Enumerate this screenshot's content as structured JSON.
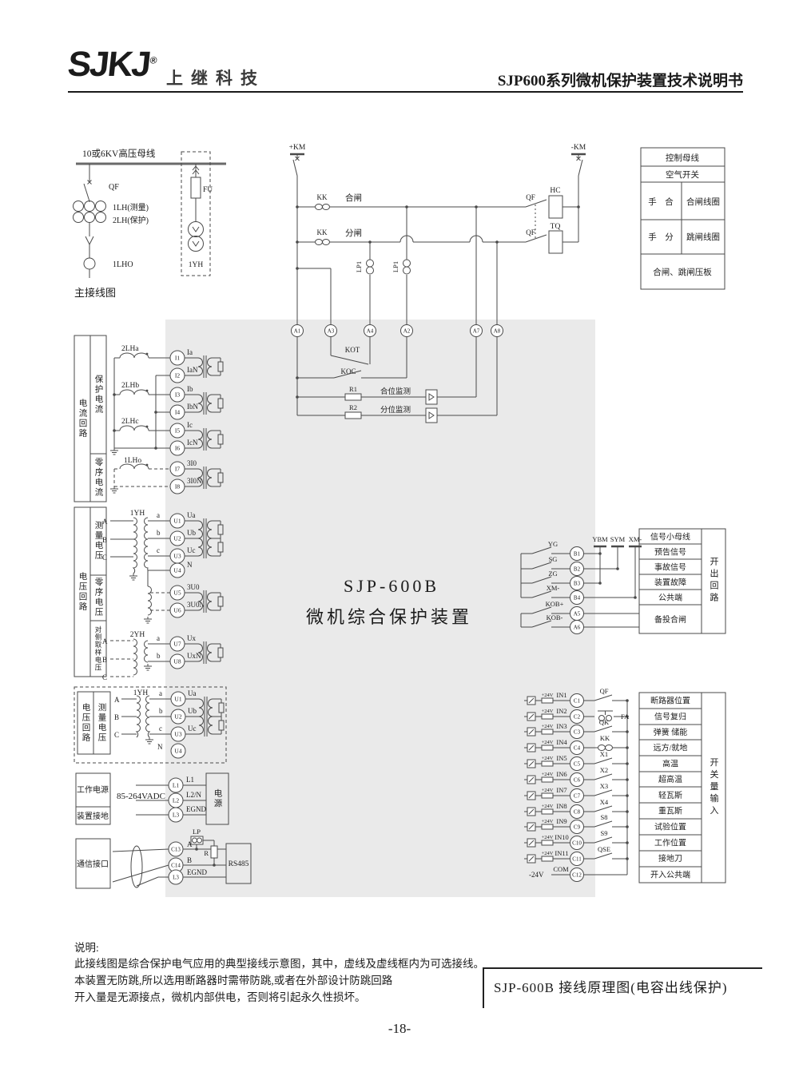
{
  "header": {
    "logo": "SJKJ",
    "reg": "®",
    "company": "上继科技",
    "doc_title": "SJP600系列微机保护装置技术说明书"
  },
  "device": {
    "model": "SJP-600B",
    "name": "微机综合保护装置"
  },
  "main_circuit": {
    "bus": "10或6KV高压母线",
    "qf": "QF",
    "lh1": "1LH(测量)",
    "lh2": "2LH(保护)",
    "lh0": "1LHO",
    "caption": "主接线图",
    "fu": "FU",
    "yh": "1YH"
  },
  "control": {
    "km_pos": "+KM",
    "km_neg": "-KM",
    "kk": "KK",
    "close": "合闸",
    "trip": "分闸",
    "lp1": "LP1",
    "qf": "QF",
    "hc": "HC",
    "tq": "TQ",
    "kot": "KOT",
    "koc": "KOC",
    "r1": "R1",
    "r2": "R2",
    "close_mon": "合位监测",
    "trip_mon": "分位监测",
    "a1": "A1",
    "a3": "A3",
    "a4": "A4",
    "a2": "A2",
    "a7": "A7",
    "a8": "A8"
  },
  "control_table": {
    "r1": "控制母线",
    "r2": "空气开关",
    "r3l": "手　合",
    "r3r": "合闸线圈",
    "r4l": "手　分",
    "r4r": "跳闸线圈",
    "r5": "合闸、跳闸压板"
  },
  "current": {
    "group": "电流回路",
    "protect": "保护电流",
    "zero": "零序电流",
    "ct_a": "2LHa",
    "ct_b": "2LHb",
    "ct_c": "2LHc",
    "ct_0": "1LHo",
    "terms": [
      {
        "id": "I1",
        "lbl": "Ia"
      },
      {
        "id": "I2",
        "lbl": "IaN"
      },
      {
        "id": "I3",
        "lbl": "Ib"
      },
      {
        "id": "I4",
        "lbl": "IbN"
      },
      {
        "id": "I5",
        "lbl": "Ic"
      },
      {
        "id": "I6",
        "lbl": "IcN"
      },
      {
        "id": "I7",
        "lbl": "3I0"
      },
      {
        "id": "I8",
        "lbl": "3I0N"
      }
    ]
  },
  "voltage": {
    "group": "电压回路",
    "measure": "测量电压",
    "zero": "零序电压",
    "sample": "对侧取样电压",
    "yh1": "1YH",
    "yh2": "2YH",
    "pa": "A",
    "pb": "B",
    "pc": "C",
    "ta": "a",
    "tb": "b",
    "tc": "c",
    "n": "N",
    "terms": [
      {
        "id": "U1",
        "lbl": "Ua"
      },
      {
        "id": "U2",
        "lbl": "Ub"
      },
      {
        "id": "U3",
        "lbl": "Uc"
      },
      {
        "id": "U4",
        "lbl": "N"
      },
      {
        "id": "U5",
        "lbl": "3U0"
      },
      {
        "id": "U6",
        "lbl": "3U0N"
      },
      {
        "id": "U7",
        "lbl": "Ux"
      },
      {
        "id": "U8",
        "lbl": "UxN"
      }
    ]
  },
  "opt_voltage": {
    "group": "电压回路",
    "measure": "测量电压",
    "yh": "1YH",
    "pa": "A",
    "pb": "B",
    "pc": "C",
    "ta": "a",
    "tb": "b",
    "tc": "c",
    "n": "N",
    "terms": [
      {
        "id": "U1",
        "lbl": "Ua"
      },
      {
        "id": "U2",
        "lbl": "Ub"
      },
      {
        "id": "U3",
        "lbl": "Uc"
      },
      {
        "id": "U4",
        "lbl": ""
      }
    ]
  },
  "power": {
    "box_top": "工作电源",
    "box_bottom": "装置接地",
    "range": "85-264VADC",
    "module": "电源",
    "terms": [
      {
        "id": "L1",
        "lbl": "L1"
      },
      {
        "id": "L2",
        "lbl": "L2/N"
      },
      {
        "id": "L3",
        "lbl": "EGND"
      }
    ]
  },
  "comm": {
    "box": "通信接口",
    "lp": "LP",
    "r": "R",
    "module": "RS485",
    "terms": [
      {
        "id": "C13",
        "lbl": "A"
      },
      {
        "id": "C14",
        "lbl": "B"
      },
      {
        "id": "L3",
        "lbl": "EGND"
      }
    ]
  },
  "signal": {
    "buses": [
      "YBM",
      "SYM",
      "XM-"
    ],
    "contacts": [
      {
        "lbl": "YG",
        "id": "B1"
      },
      {
        "lbl": "SG",
        "id": "B2"
      },
      {
        "lbl": "ZG",
        "id": "B3"
      },
      {
        "lbl": "XM-",
        "id": "B4"
      },
      {
        "lbl": "KOB+",
        "id": "A5"
      },
      {
        "lbl": "KOB-",
        "id": "A6"
      }
    ],
    "rows": [
      "信号小母线",
      "预告信号",
      "事故信号",
      "装置故障",
      "公共端",
      "备投合闸"
    ],
    "side": "开出回路"
  },
  "inputs": {
    "v24": "+24V",
    "neg24": "-24V",
    "com": "COM",
    "side": "开关量输入",
    "rows": [
      {
        "in": "IN1",
        "id": "C1",
        "ct": "QF",
        "desc": "断路器位置"
      },
      {
        "in": "IN2",
        "id": "C2",
        "ct": "FA",
        "desc": "信号复归"
      },
      {
        "in": "IN3",
        "id": "C3",
        "ct": "QK",
        "desc": "弹簧 储能"
      },
      {
        "in": "IN4",
        "id": "C4",
        "ct": "KK",
        "desc": "远方/就地"
      },
      {
        "in": "IN5",
        "id": "C5",
        "ct": "X1",
        "desc": "高温"
      },
      {
        "in": "IN6",
        "id": "C6",
        "ct": "X2",
        "desc": "超高温"
      },
      {
        "in": "IN7",
        "id": "C7",
        "ct": "X3",
        "desc": "轻瓦斯"
      },
      {
        "in": "IN8",
        "id": "C8",
        "ct": "X4",
        "desc": "重瓦斯"
      },
      {
        "in": "IN9",
        "id": "C9",
        "ct": "S8",
        "desc": "试验位置"
      },
      {
        "in": "IN10",
        "id": "C10",
        "ct": "S9",
        "desc": "工作位置"
      },
      {
        "in": "IN11",
        "id": "C11",
        "ct": "QSE",
        "desc": "接地刀"
      }
    ],
    "last": {
      "id": "C12",
      "desc": "开入公共端"
    }
  },
  "notes": {
    "title": "说明:",
    "lines": [
      "此接线图是综合保护电气应用的典型接线示意图，其中，虚线及虚线框内为可选接线。",
      "本装置无防跳,所以选用断路器时需带防跳,或者在外部设计防跳回路",
      "开入量是无源接点，微机内部供电，否则将引起永久性损坏。"
    ]
  },
  "footer": {
    "caption": "SJP-600B 接线原理图(电容出线保护)",
    "page": "-18-"
  },
  "colors": {
    "line": "#4a4a4a",
    "panel": "#eaeaea",
    "text": "#1b1b1b"
  }
}
